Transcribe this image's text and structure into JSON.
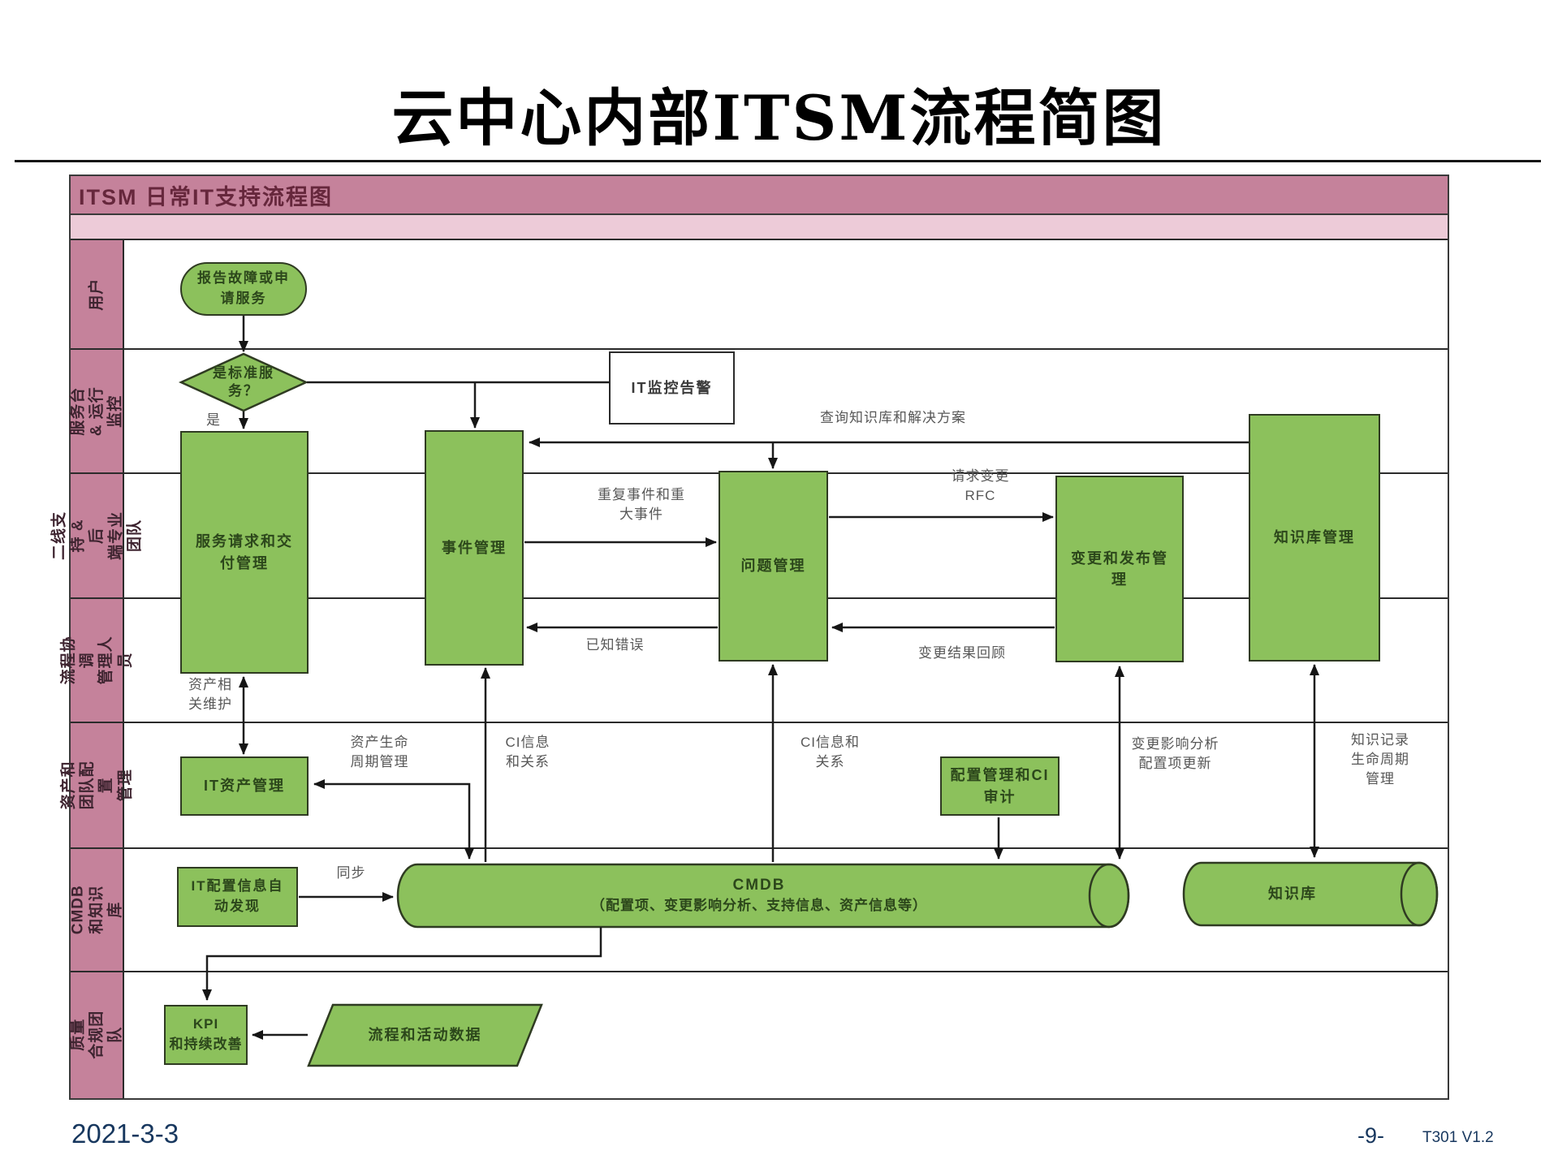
{
  "title": "云中心内部ITSM流程简图",
  "header": {
    "label": "ITSM 日常IT支持流程图"
  },
  "lanes": [
    {
      "label": "用户"
    },
    {
      "label": "服务台 & 运行\n监控"
    },
    {
      "label": "二线支持 & 后\n端专业团队"
    },
    {
      "label": "流程协调\n管理人员"
    },
    {
      "label": "资产和团队配置\n管理"
    },
    {
      "label": "CMDB和知识库"
    },
    {
      "label": "质量\n合规团队"
    }
  ],
  "nodes": {
    "report": "报告故障或申\n请服务",
    "decision": "是标准服\n务？",
    "decision_yes": "是",
    "it_monitor": "IT监控告警",
    "service_request": "服务请求和交\n付管理",
    "incident": "事件管理",
    "problem": "问题管理",
    "change": "变更和发布管\n理",
    "knowledge_mgmt": "知识库管理",
    "it_asset": "IT资产管理",
    "ci_audit": "配置管理和CI\n审计",
    "auto_discovery": "IT配置信息自\n动发现",
    "cmdb_title": "CMDB",
    "cmdb_detail": "（配置项、变更影响分析、支持信息、资产信息等）",
    "knowledge_base": "知识库",
    "kpi": "KPI\n和持续改善",
    "process_data": "流程和活动数据"
  },
  "edges": {
    "query_kb": "查询知识库和解决方案",
    "repeat_major": "重复事件和重\n大事件",
    "rfc": "请求变更\nRFC",
    "known_error": "已知错误",
    "change_review": "变更结果回顾",
    "asset_maintain": "资产相\n关维护",
    "asset_lifecycle": "资产生命\n周期管理",
    "ci_info_left": "CI信息\n和关系",
    "ci_info_right": "CI信息和\n关系",
    "change_impact": "变更影响分析\n配置项更新",
    "knowledge_lifecycle": "知识记录\n生命周期\n管理",
    "sync": "同步"
  },
  "footer": {
    "date": "2021-3-3",
    "page": "-9-",
    "version": "T301 V1.2"
  },
  "colors": {
    "lane_pink": "#C5829B",
    "light_pink": "#EDCBD8",
    "shape_green": "#8CC15C",
    "accent_navy": "#17375E"
  }
}
